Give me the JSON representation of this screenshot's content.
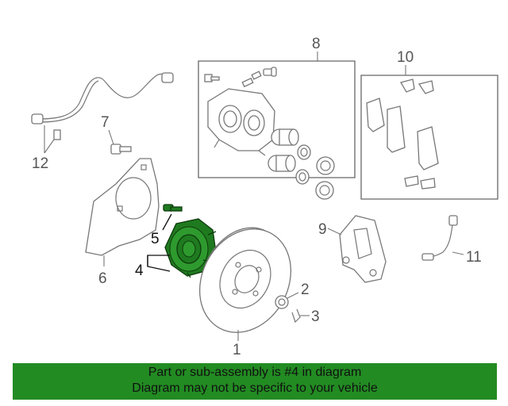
{
  "diagram": {
    "callouts": [
      {
        "id": "1",
        "label": "1"
      },
      {
        "id": "2",
        "label": "2"
      },
      {
        "id": "3",
        "label": "3"
      },
      {
        "id": "4",
        "label": "4"
      },
      {
        "id": "5",
        "label": "5"
      },
      {
        "id": "6",
        "label": "6"
      },
      {
        "id": "7",
        "label": "7"
      },
      {
        "id": "8",
        "label": "8"
      },
      {
        "id": "9",
        "label": "9"
      },
      {
        "id": "10",
        "label": "10"
      },
      {
        "id": "11",
        "label": "11"
      },
      {
        "id": "12",
        "label": "12"
      }
    ],
    "highlighted_part": "4",
    "highlight_color": "#228b22"
  },
  "banner": {
    "line1": "Part or sub-assembly is #4 in diagram",
    "line2": "Diagram may not be specific to your vehicle",
    "background": "#228b22"
  }
}
